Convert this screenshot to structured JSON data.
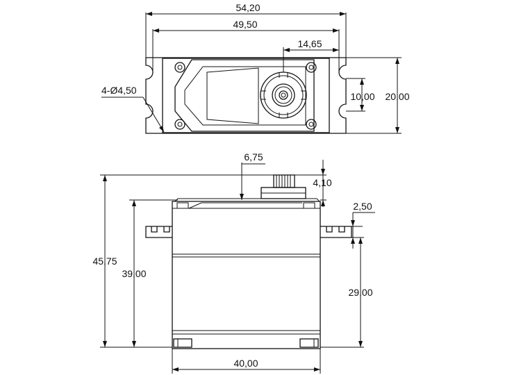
{
  "top_view": {
    "overall_width": "54,20",
    "hole_spacing": "49,50",
    "shaft_offset": "14,65",
    "hole_callout": "4-Ø4,50",
    "slot_spacing": "10,00",
    "body_height": "20,00"
  },
  "side_view": {
    "shaft_offset": "6,75",
    "spline_height": "4,10",
    "flange_thickness": "2,50",
    "overall_height": "45,75",
    "body_height": "39,00",
    "flange_height": "29,00",
    "body_width": "40,00"
  }
}
